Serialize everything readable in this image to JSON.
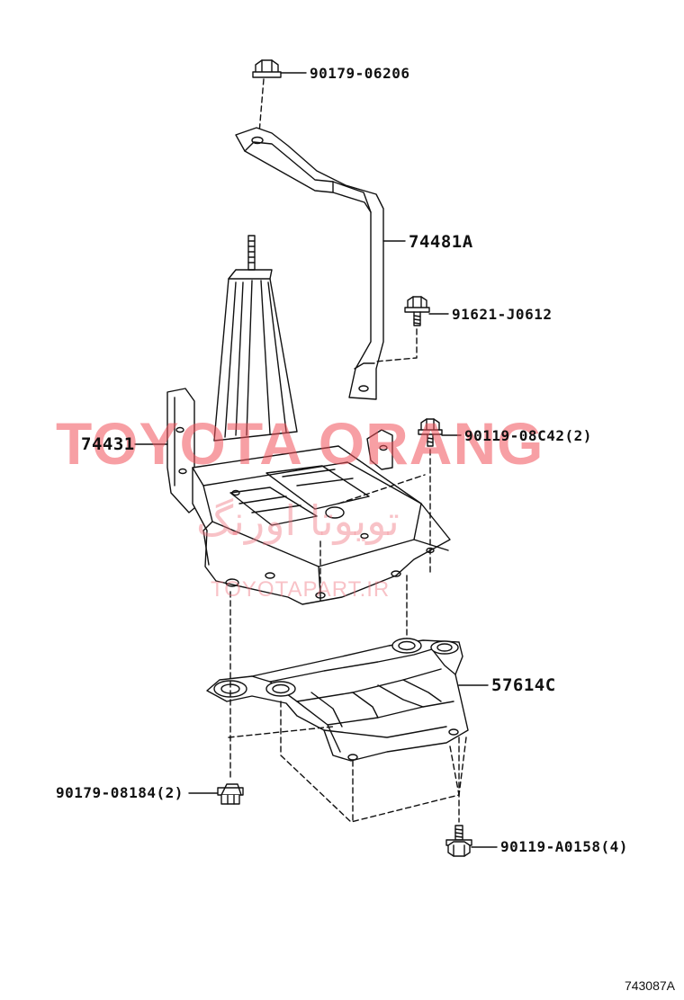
{
  "parts": {
    "nut_top": "90179-06206",
    "clamp": "74481A",
    "bolt_clamp": "91621-J0612",
    "bolt_tray": "90119-08C42(2)",
    "tray": "74431",
    "cover": "57614C",
    "nut_bottom": "90179-08184(2)",
    "bolt_bottom": "90119-A0158(4)"
  },
  "watermark": {
    "main": "TOYOTA ORANG",
    "arabic": "تويوتا اورنگ",
    "url": "TOYOTAPART.IR"
  },
  "figure_code": "743087A",
  "colors": {
    "line": "#111111",
    "watermark": "#f0505a"
  }
}
